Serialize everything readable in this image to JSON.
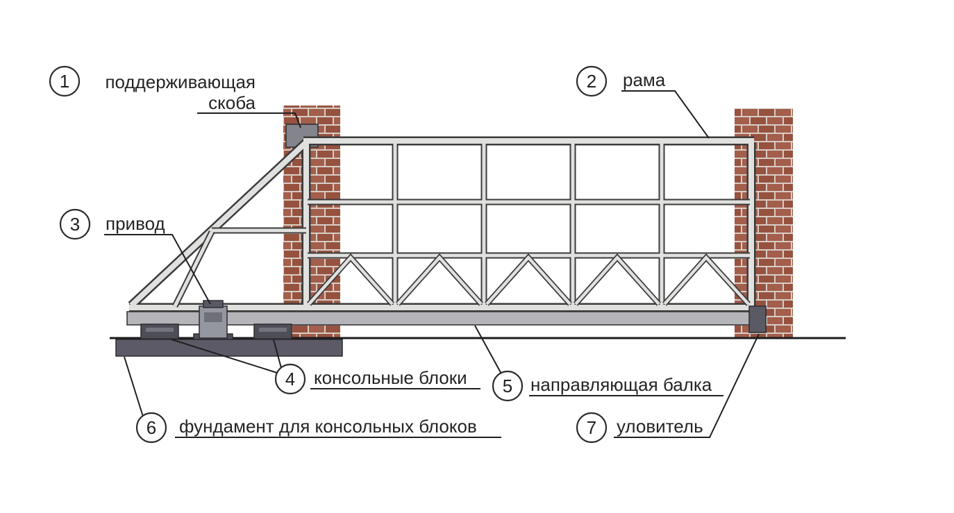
{
  "diagram": {
    "type": "diagram",
    "callouts": [
      {
        "num": "1",
        "label": "поддерживающая скоба",
        "line1": "поддерживающая",
        "line2": "скоба"
      },
      {
        "num": "2",
        "label": "рама"
      },
      {
        "num": "3",
        "label": "привод"
      },
      {
        "num": "4",
        "label": "консольные блоки"
      },
      {
        "num": "5",
        "label": "направляющая балка"
      },
      {
        "num": "6",
        "label": "фундамент для консольных блоков"
      },
      {
        "num": "7",
        "label": "уловитель"
      }
    ],
    "colors": {
      "background": "#ffffff",
      "brick": "#a35e4c",
      "brick_dark": "#96523f",
      "mortar": "#d7cdc5",
      "frame_light": "#e0e0df",
      "frame_dark": "#3b3b3b",
      "beam": "#b4b4b9",
      "metal_mid": "#9597a0",
      "metal_dark": "#4e4e57",
      "foundation": "#5b5a66",
      "ground": "#1c1c1c",
      "text": "#242424"
    }
  }
}
